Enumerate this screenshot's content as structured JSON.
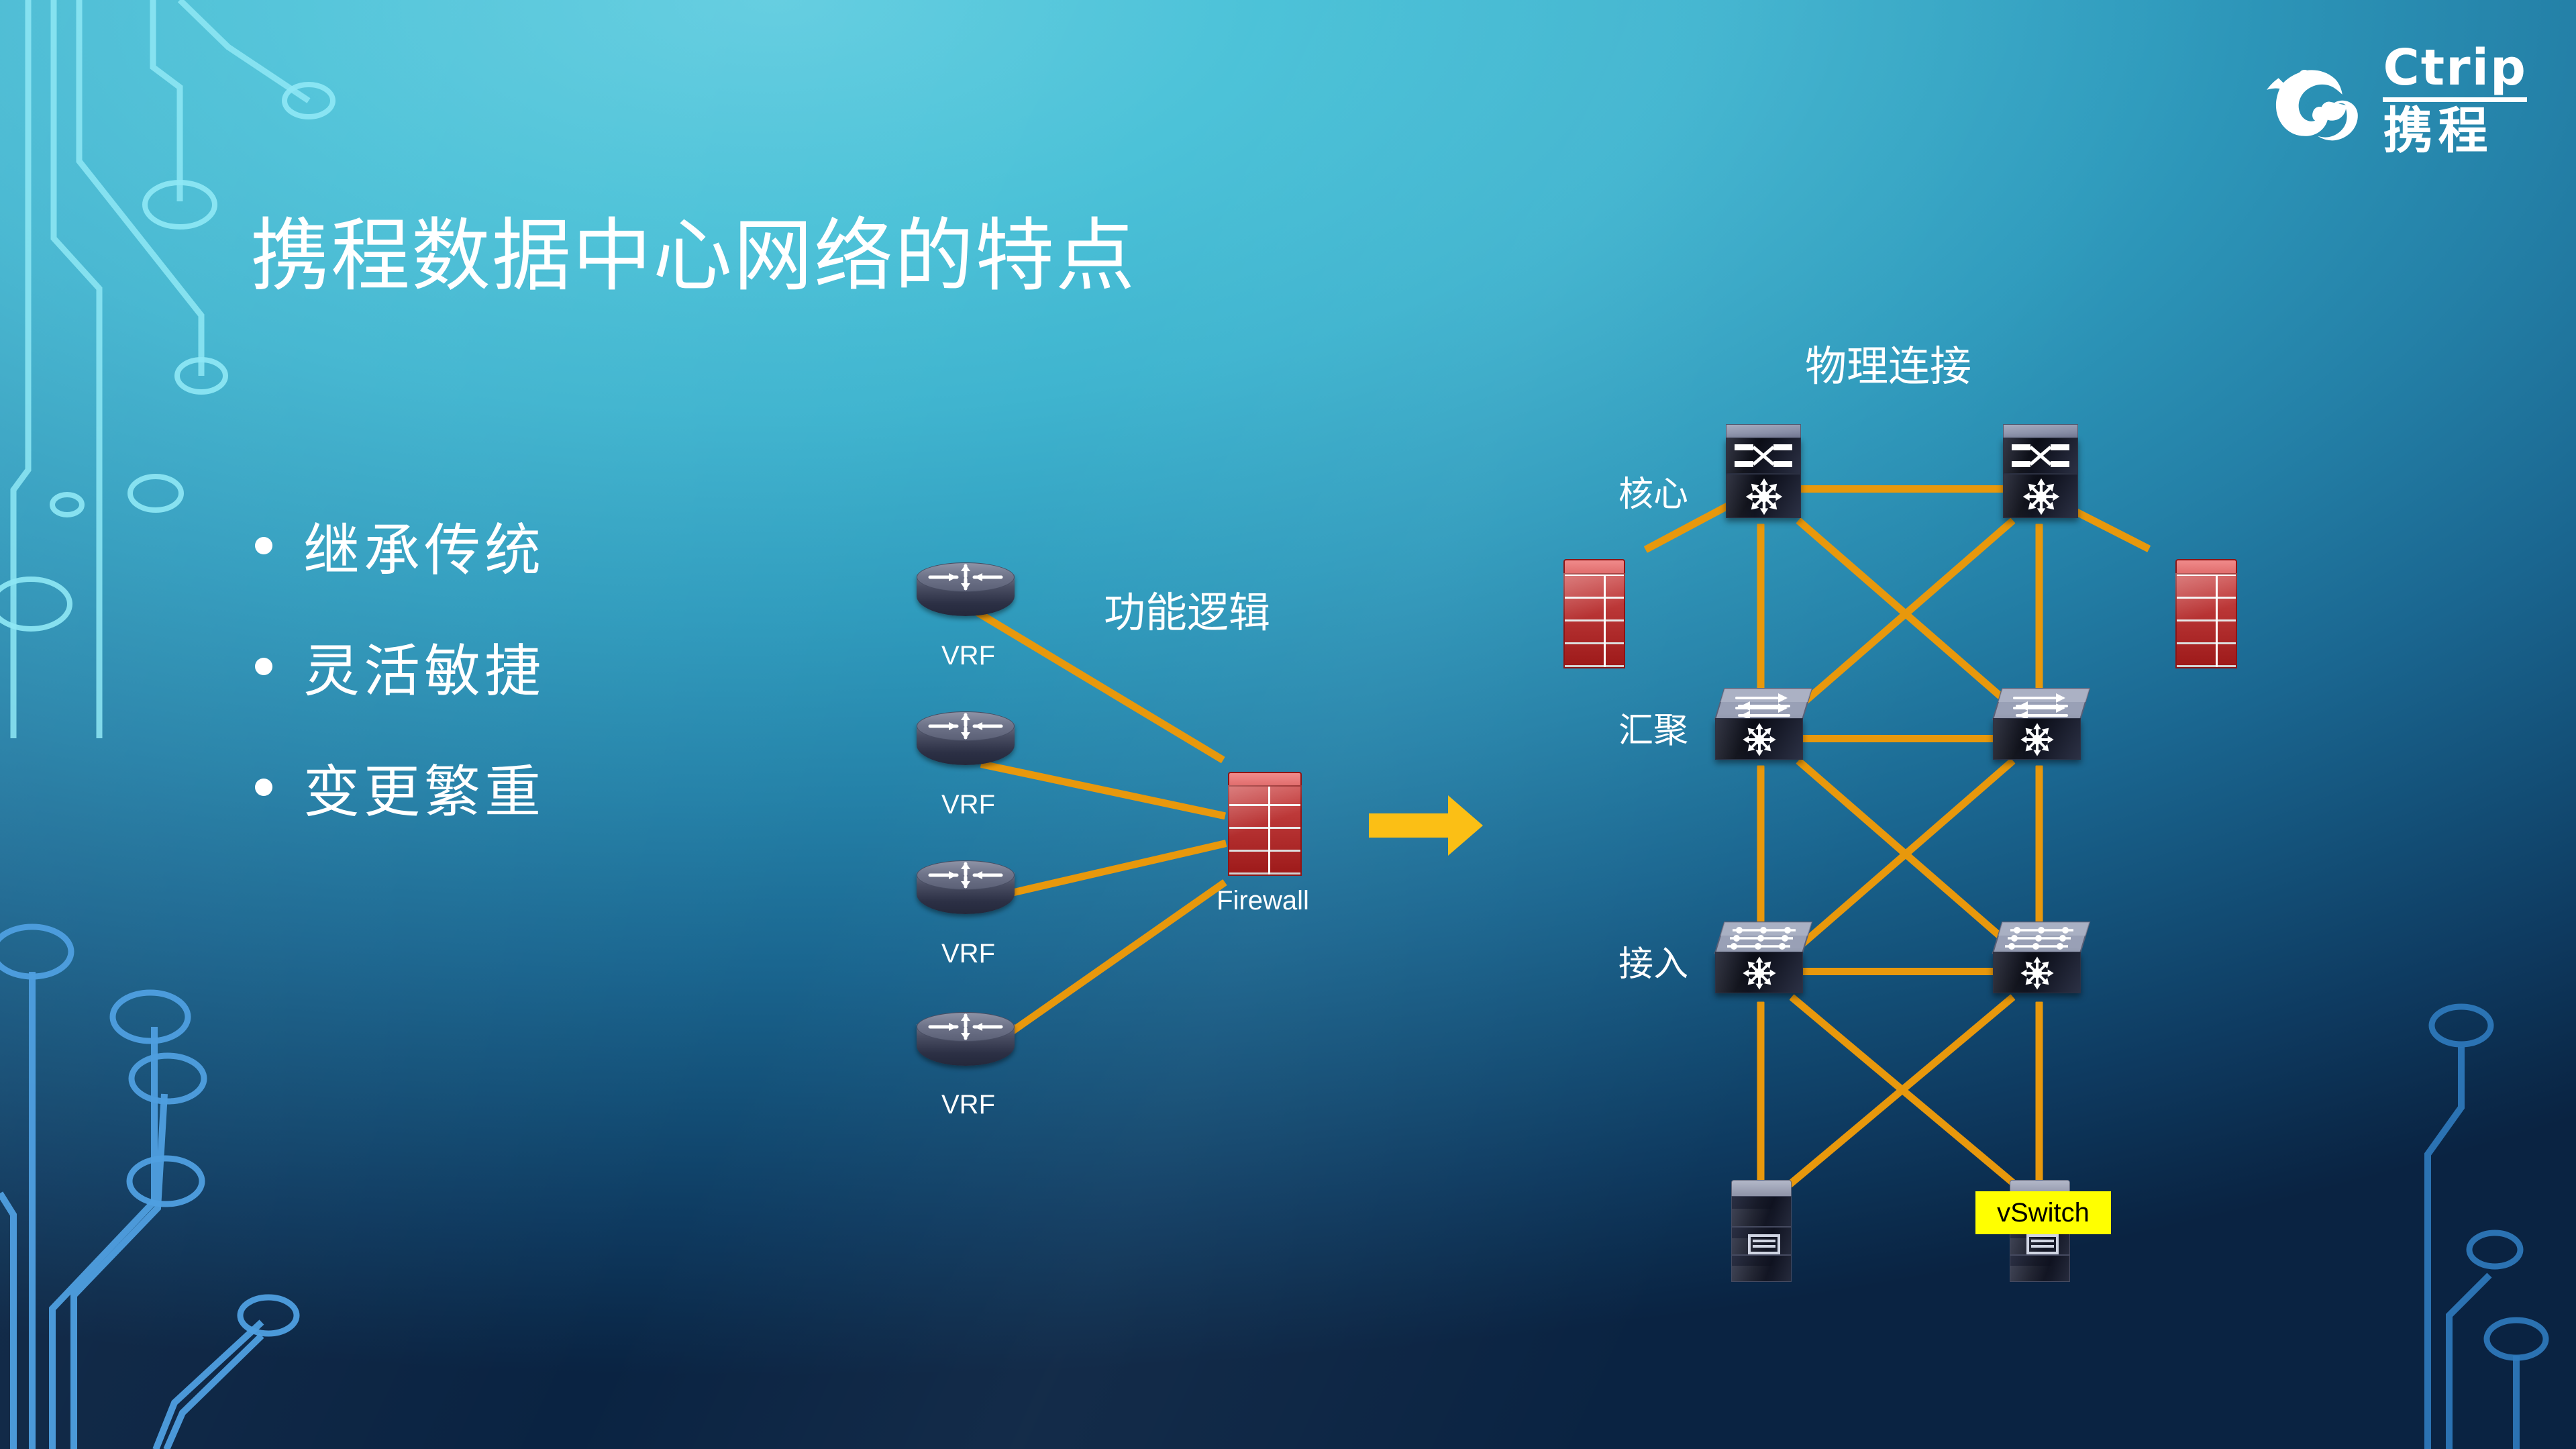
{
  "slide": {
    "title": "携程数据中心网络的特点",
    "bullets": [
      {
        "text": "继承传统"
      },
      {
        "text": "灵活敏捷"
      },
      {
        "text": "变更繁重"
      }
    ]
  },
  "logo": {
    "en": "Ctrip",
    "cn": "携程",
    "mark": "dolphin-icon"
  },
  "logic_diagram": {
    "heading": "功能逻辑",
    "nodes": [
      {
        "label": "VRF",
        "type": "router"
      },
      {
        "label": "VRF",
        "type": "router"
      },
      {
        "label": "VRF",
        "type": "router"
      },
      {
        "label": "VRF",
        "type": "router"
      }
    ],
    "firewall": {
      "label": "Firewall",
      "type": "firewall"
    }
  },
  "transition": {
    "arrow": "right-arrow-icon",
    "color": "#fbbf15"
  },
  "physical_diagram": {
    "heading": "物理连接",
    "layers": [
      {
        "label": "核心",
        "nodes": 2,
        "type": "core-switch"
      },
      {
        "label": "汇聚",
        "nodes": 2,
        "type": "distribution-switch"
      },
      {
        "label": "接入",
        "nodes": 2,
        "type": "access-switch"
      }
    ],
    "firewalls": [
      {
        "side": "left",
        "type": "firewall"
      },
      {
        "side": "right",
        "type": "firewall"
      }
    ],
    "servers": [
      {
        "label": "",
        "type": "server"
      },
      {
        "label": "vSwitch",
        "type": "server"
      }
    ],
    "vswitch_tag": "vSwitch"
  },
  "colors": {
    "link": "#e8980c",
    "arrow": "#fbbf15",
    "firewall": "#c01f1f",
    "highlight_bg": "#ffff00",
    "text": "#ffffff",
    "bg_top": "#4cc2d8",
    "bg_bottom": "#0a2342"
  }
}
